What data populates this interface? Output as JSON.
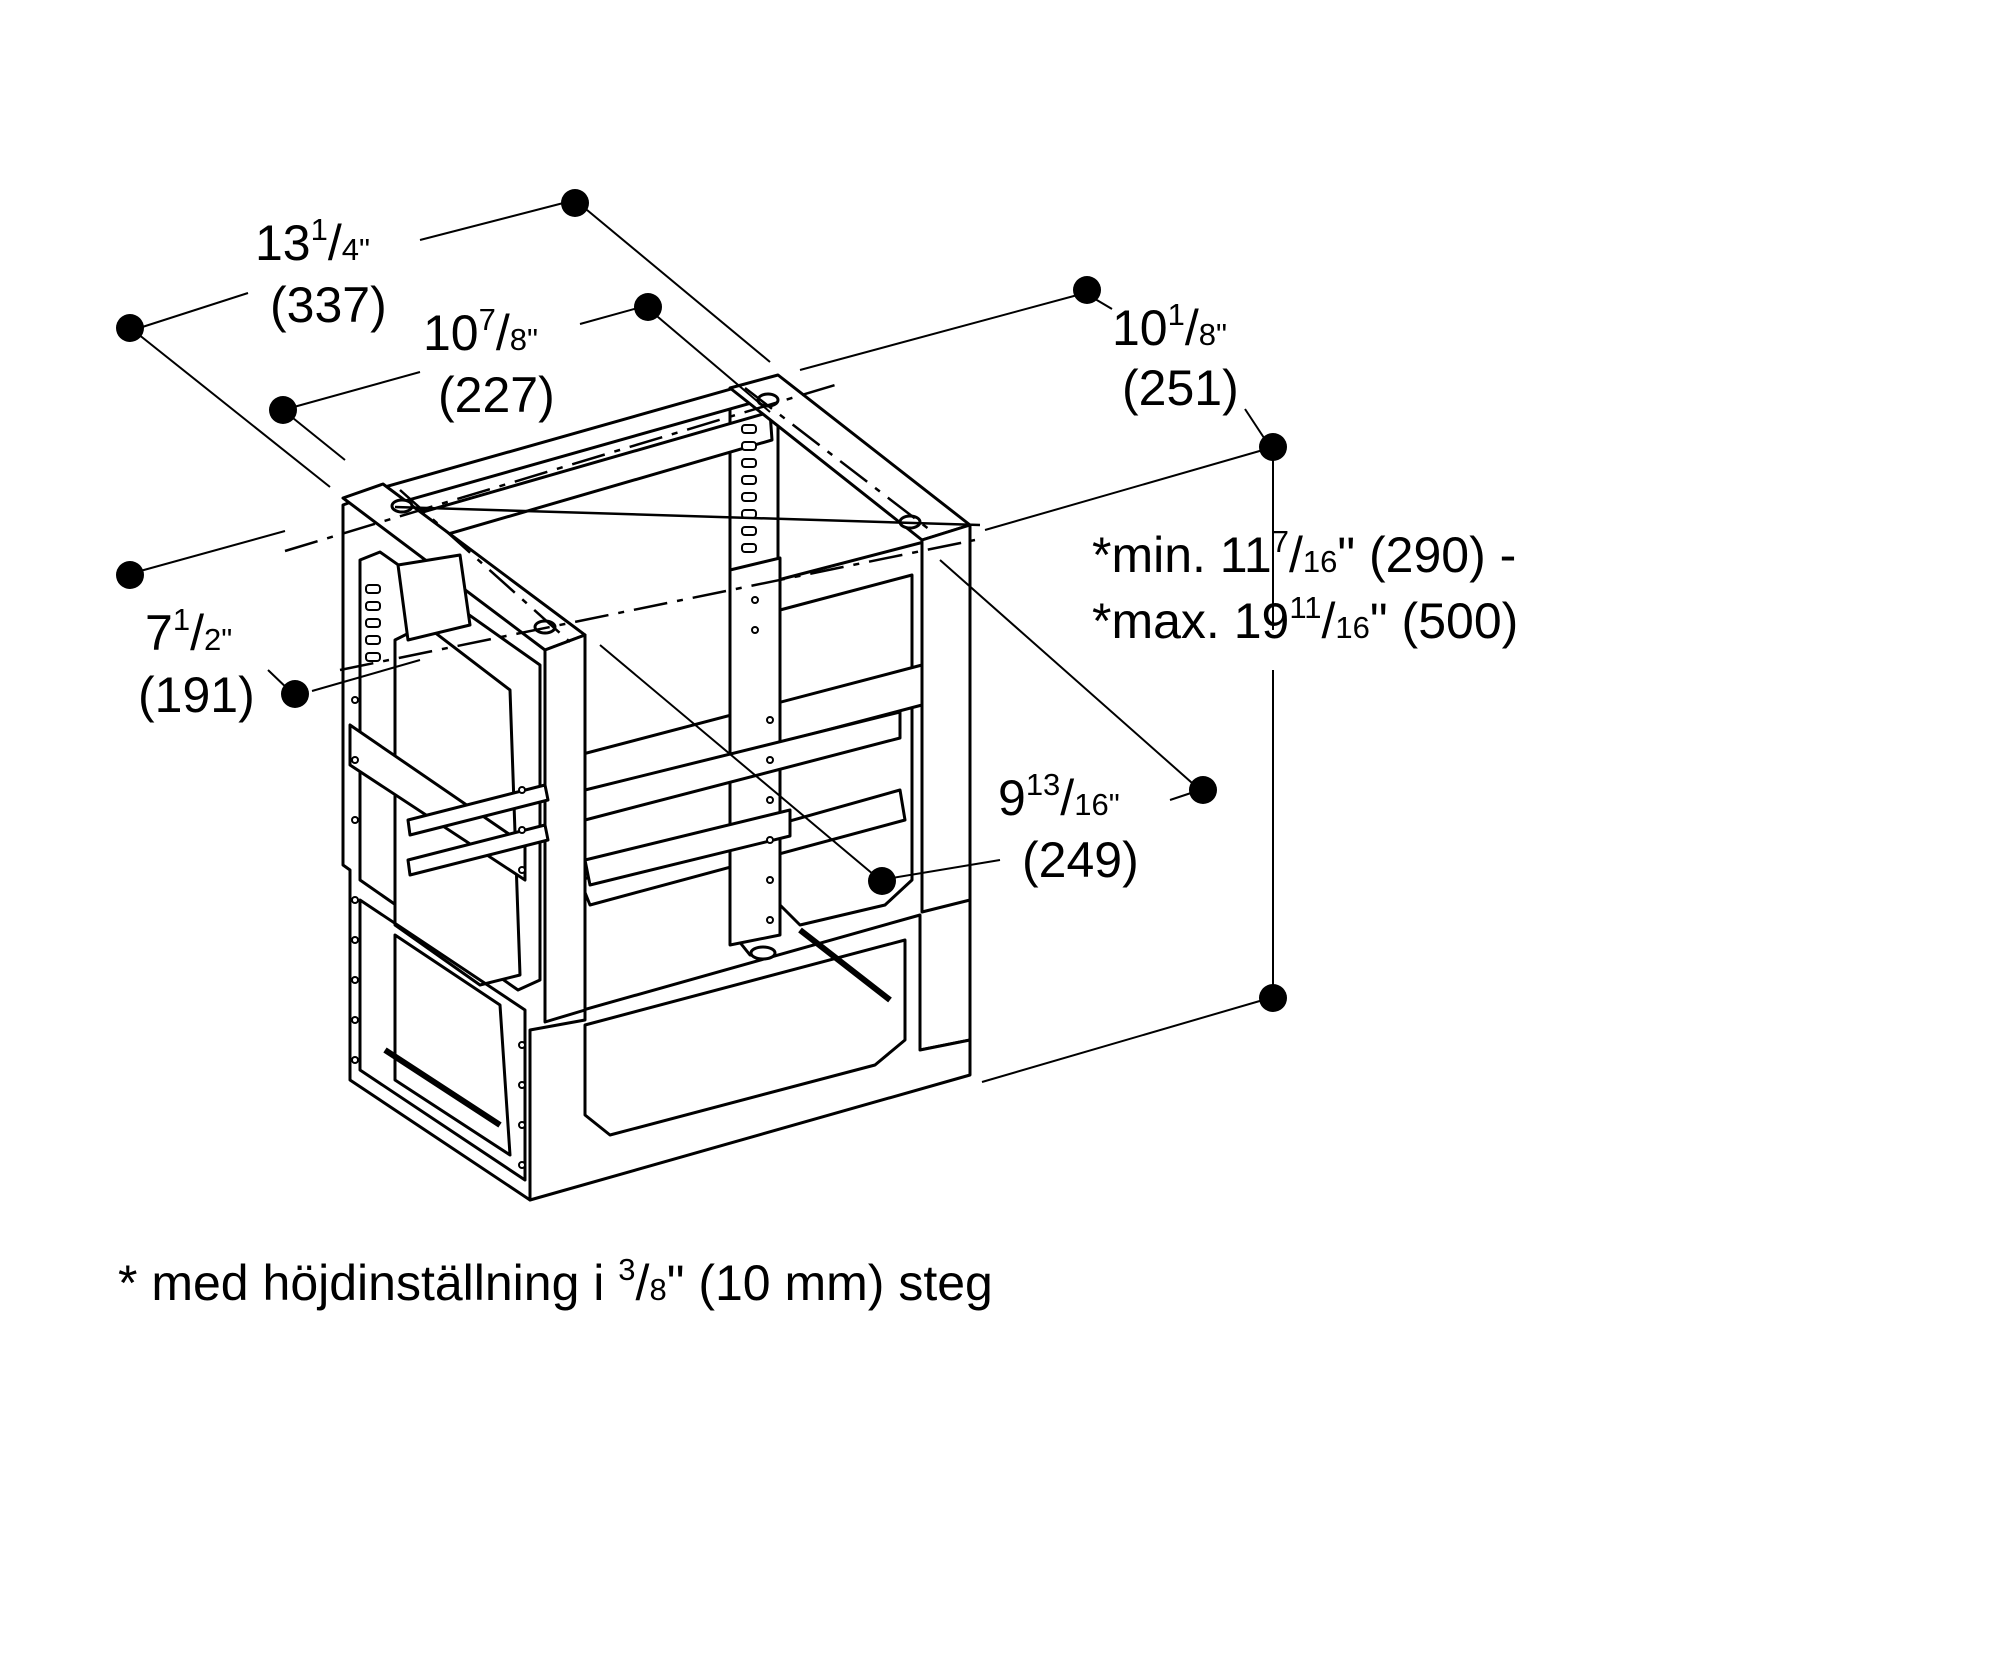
{
  "dimensions": [
    {
      "id": "top-depth",
      "whole": "13",
      "num": "1",
      "den": "4",
      "in_suffix": "\"",
      "mm": "(337)"
    },
    {
      "id": "inner-depth",
      "whole": "10",
      "num": "7",
      "den": "8",
      "in_suffix": "\"",
      "mm": "(227)"
    },
    {
      "id": "top-width",
      "whole": "10",
      "num": "1",
      "den": "8",
      "in_suffix": "\"",
      "mm": "(251)"
    },
    {
      "id": "inner-width",
      "whole": "7",
      "num": "1",
      "den": "2",
      "in_suffix": "\"",
      "mm": "(191)"
    },
    {
      "id": "diagonal-depth",
      "whole": "9",
      "num": "13",
      "den": "16",
      "in_suffix": "\"",
      "mm": "(249)"
    }
  ],
  "height_range": {
    "min_prefix": "*min. 11",
    "min_num": "7",
    "min_den": "16",
    "min_rest": "\" (290) -",
    "max_prefix": "*max. 19",
    "max_num": "11",
    "max_den": "16",
    "max_rest": "\" (500)"
  },
  "footnote": {
    "prefix": "* med höjdinställning i ",
    "num": "3",
    "den": "8",
    "rest": "\" (10 mm) steg"
  }
}
